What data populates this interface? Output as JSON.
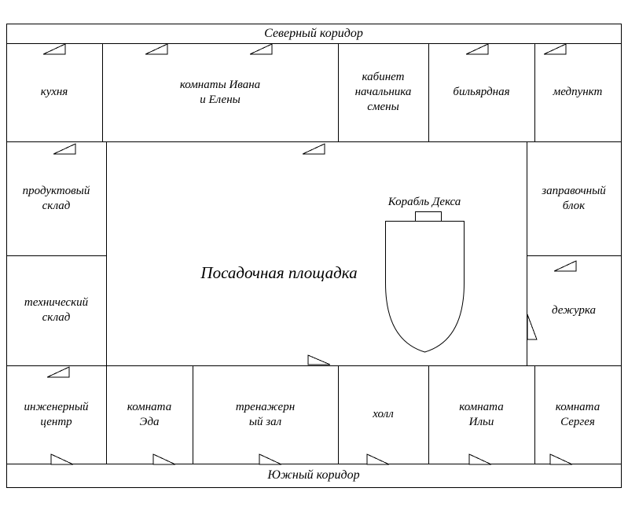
{
  "colors": {
    "line": "#000000",
    "background": "#ffffff"
  },
  "corridors": {
    "north": "Северный коридор",
    "south": "Южный коридор"
  },
  "landing_pad": {
    "label": "Посадочная площадка",
    "ship_label": "Корабль Декса"
  },
  "rooms": {
    "kitchen": "кухня",
    "ivan_elena": "комнаты Ивана\nи Елены",
    "shift_chief_office": "кабинет\nначальника\nсмены",
    "billiard_room": "бильярдная",
    "med_station": "медпункт",
    "food_storage": "продуктовый\nсклад",
    "tech_storage": "технический\nсклад",
    "engineering_center": "инженерный\nцентр",
    "fuel_block": "заправочный\nблок",
    "duty_room": "дежурка",
    "ed_room": "комната\nЭда",
    "gym": "тренажерн\nый зал",
    "hall": "холл",
    "ilya_room": "комната\nИльи",
    "sergey_room": "комната\nСергея"
  },
  "icons": {
    "door_marker": "small right-triangle outline (door symbol)",
    "ship_shape": "bullet-shaped ship outline with top hatch"
  }
}
